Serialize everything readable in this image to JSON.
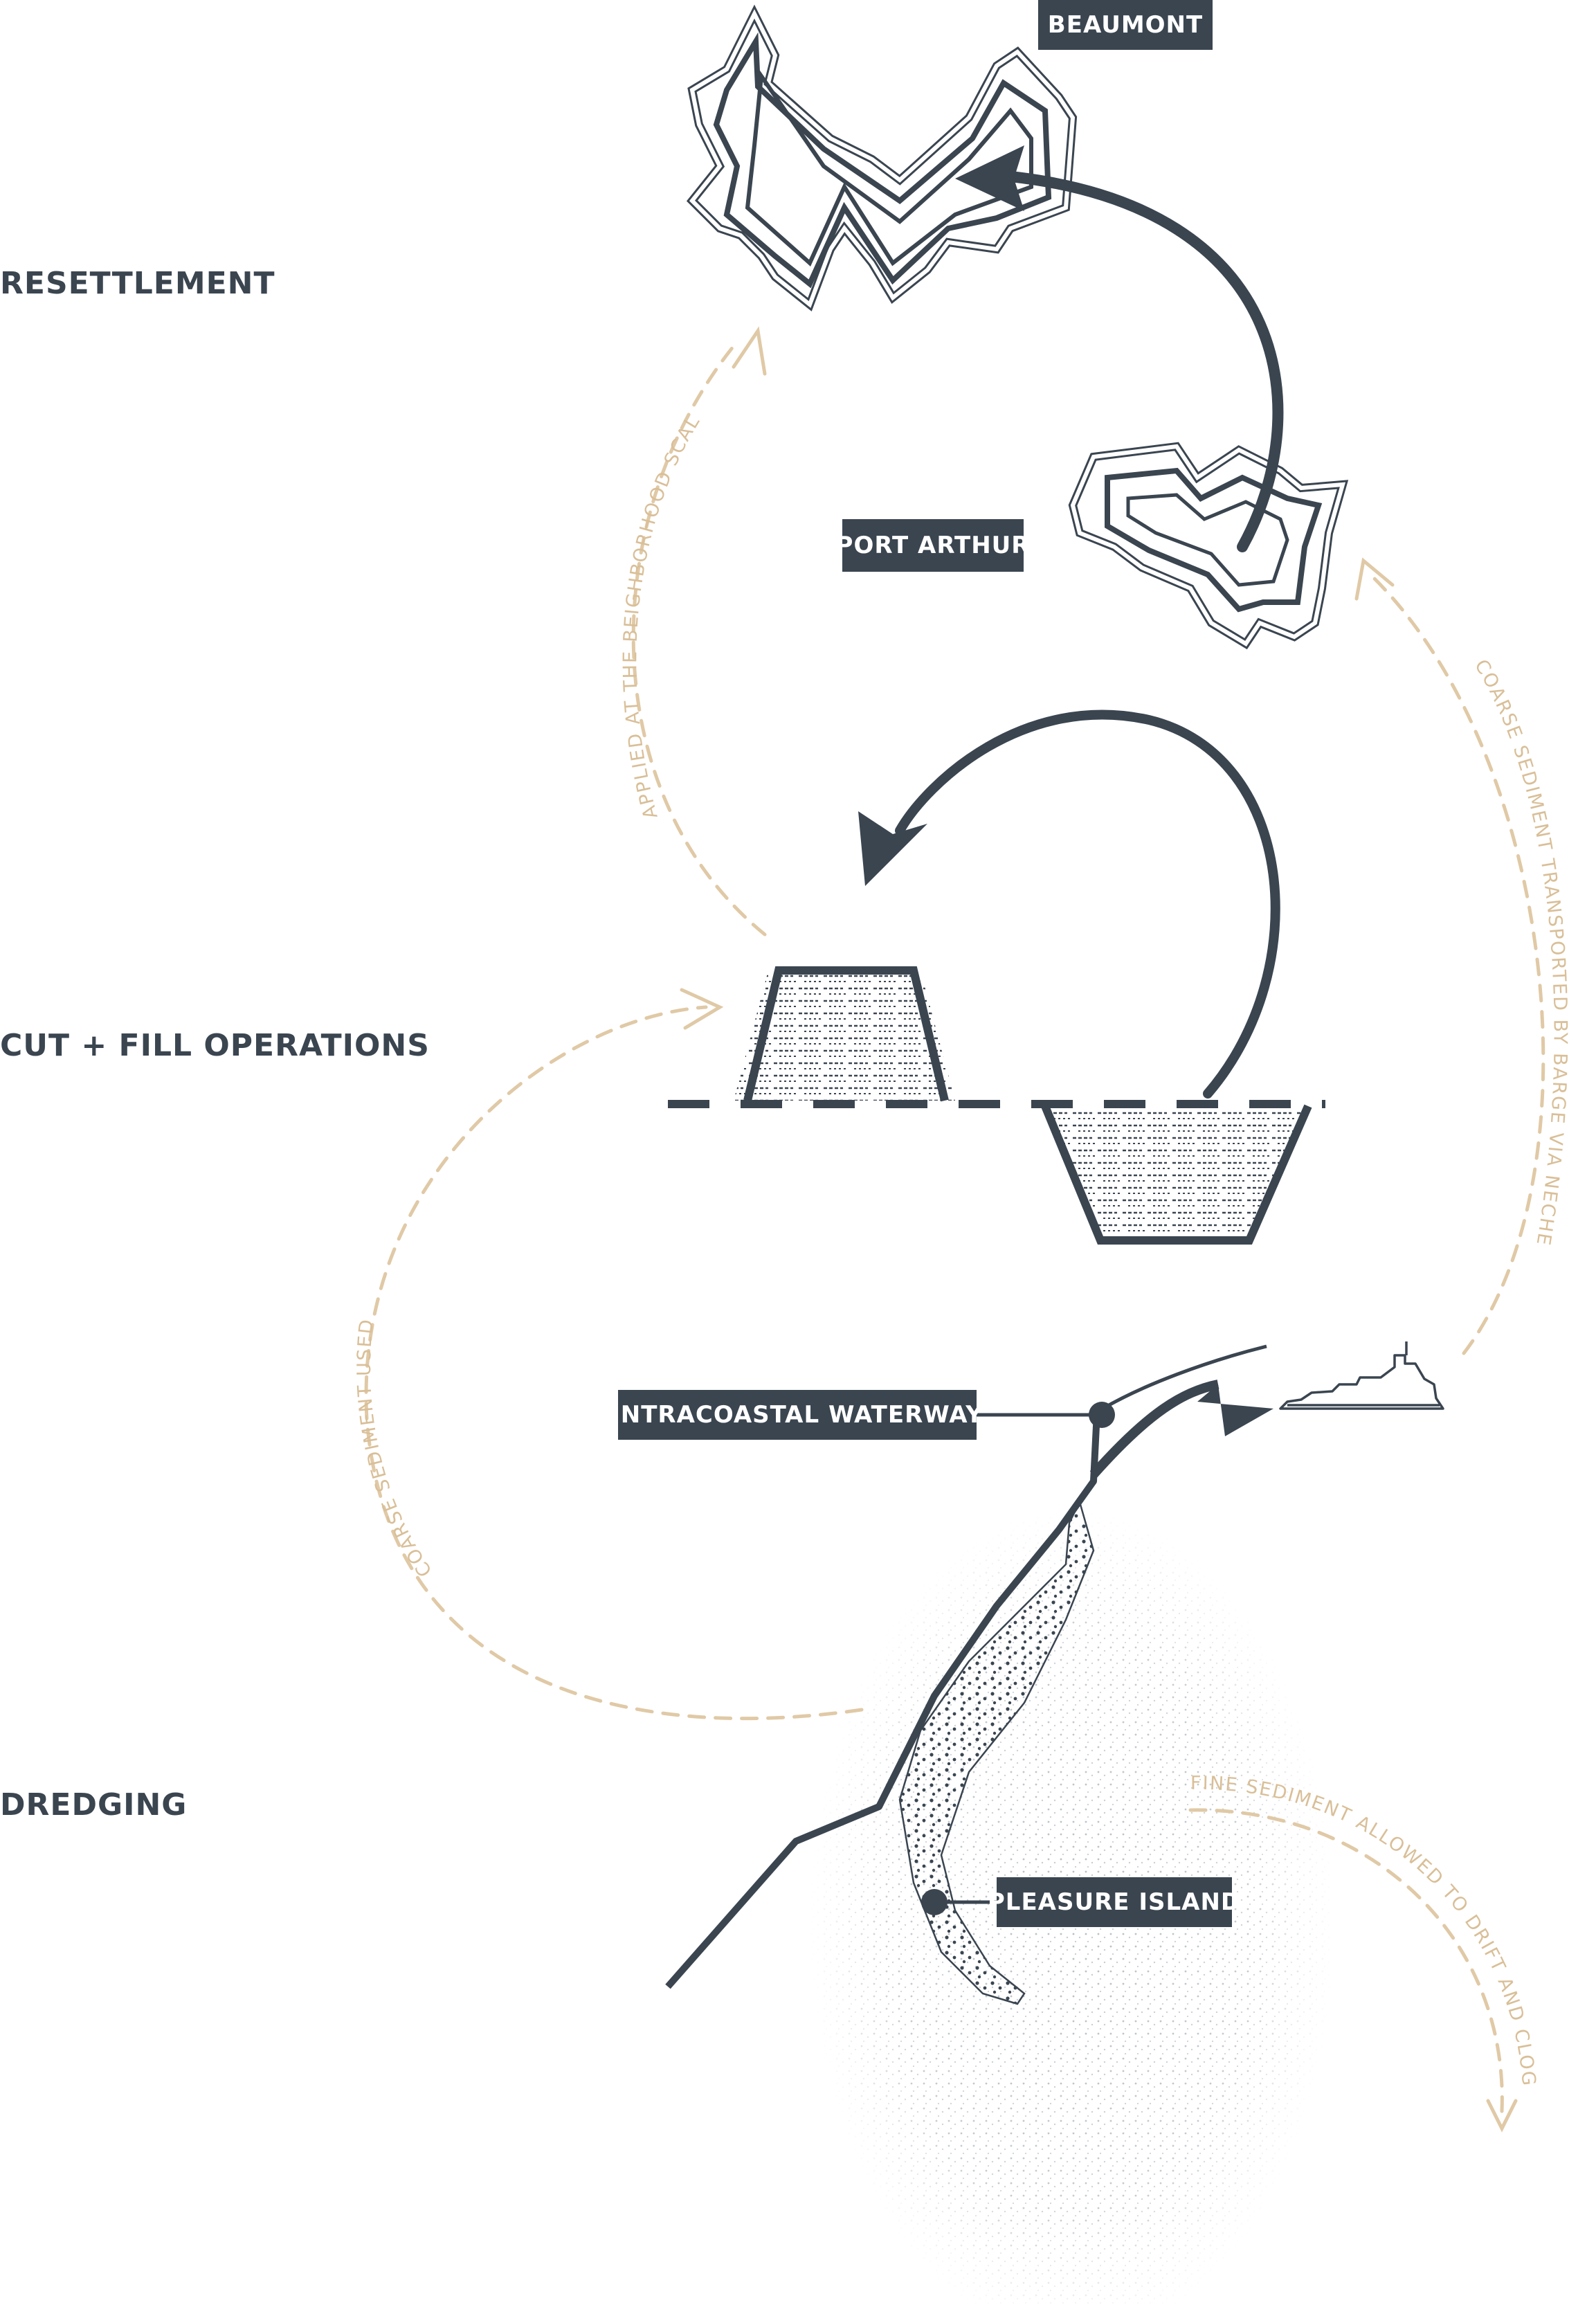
{
  "stages": {
    "resettlement": "RESETTLEMENT",
    "cut_fill": "CUT + FILL OPERATIONS",
    "dredging": "DREDGING"
  },
  "places": {
    "beaumont": "BEAUMONT",
    "port_arthur": "PORT ARTHUR",
    "intracoastal_waterway": "INTRACOASTAL WATERWAY",
    "pleasure_island": "PLEASURE ISLAND"
  },
  "annotations": {
    "neighborhood_scale": "APPLIED AT THE BEIGHBORHOOD SCALE",
    "coarse_barge": "COARSE SEDIMENT TRANSPORTED BY BARGE VIA NECHES RIVER",
    "coarse_used": "COARSE SEDIMENT USED",
    "fine_sediment": "FINE SEDIMENT ALLOWED TO DRIFT AND CLOG LAKE"
  },
  "colors": {
    "ink": "#3a4550",
    "flow_dashed": "#e0c9a6",
    "annotation_text": "#d9bf98"
  },
  "icons": {
    "ship": "barge-ship-icon"
  }
}
